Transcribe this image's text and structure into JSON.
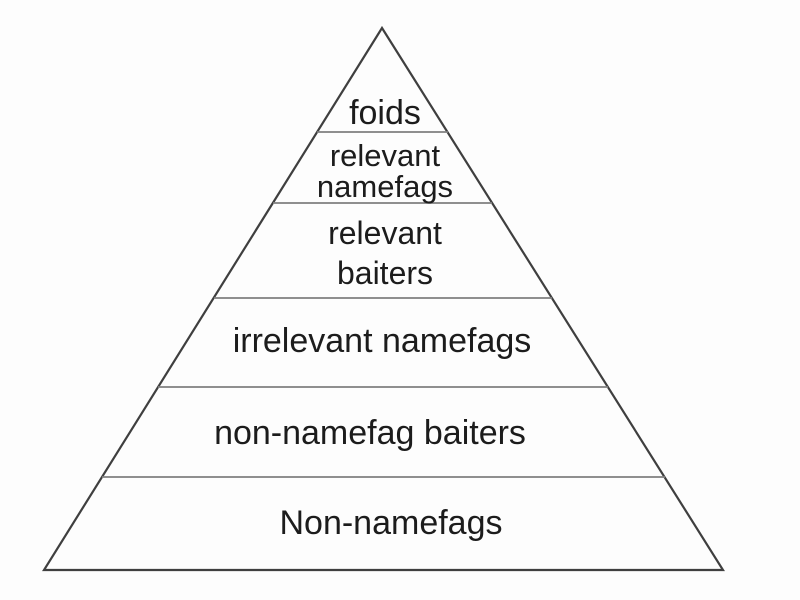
{
  "diagram": {
    "type": "pyramid-hierarchy",
    "tier_count": 6,
    "tiers": [
      {
        "rank": 1,
        "label": "foids",
        "lines": [
          "foids"
        ]
      },
      {
        "rank": 2,
        "label": "relevant namefags",
        "lines": [
          "relevant",
          "namefags"
        ]
      },
      {
        "rank": 3,
        "label": "relevant baiters",
        "lines": [
          "relevant",
          "baiters"
        ]
      },
      {
        "rank": 4,
        "label": "irrelevant namefags",
        "lines": [
          "irrelevant namefags"
        ]
      },
      {
        "rank": 5,
        "label": "non-namefag baiters",
        "lines": [
          "non-namefag baiters"
        ]
      },
      {
        "rank": 6,
        "label": "Non-namefags",
        "lines": [
          "Non-namefags"
        ]
      }
    ],
    "colors": {
      "background": "#fdfdfd",
      "outline": "#3f3f3f",
      "separator": "#7f7f7f",
      "text": "#1c1c1c"
    }
  }
}
